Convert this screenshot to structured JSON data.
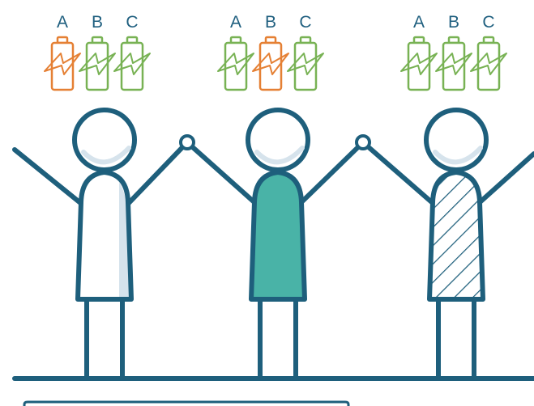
{
  "figures": [
    {
      "id": "left",
      "body_style": "white",
      "batteries": [
        {
          "label": "A",
          "state": "orange"
        },
        {
          "label": "B",
          "state": "green"
        },
        {
          "label": "C",
          "state": "green"
        }
      ]
    },
    {
      "id": "middle",
      "body_style": "teal",
      "batteries": [
        {
          "label": "A",
          "state": "green"
        },
        {
          "label": "B",
          "state": "orange"
        },
        {
          "label": "C",
          "state": "green"
        }
      ]
    },
    {
      "id": "right",
      "body_style": "hatched",
      "batteries": [
        {
          "label": "A",
          "state": "green"
        },
        {
          "label": "B",
          "state": "green"
        },
        {
          "label": "C",
          "state": "green"
        }
      ]
    }
  ],
  "colors": {
    "outline": "#1e5f7c",
    "teal_fill": "#49b3a7",
    "shadow": "#d6e3ec",
    "orange": "#e58034",
    "green": "#78b254"
  }
}
